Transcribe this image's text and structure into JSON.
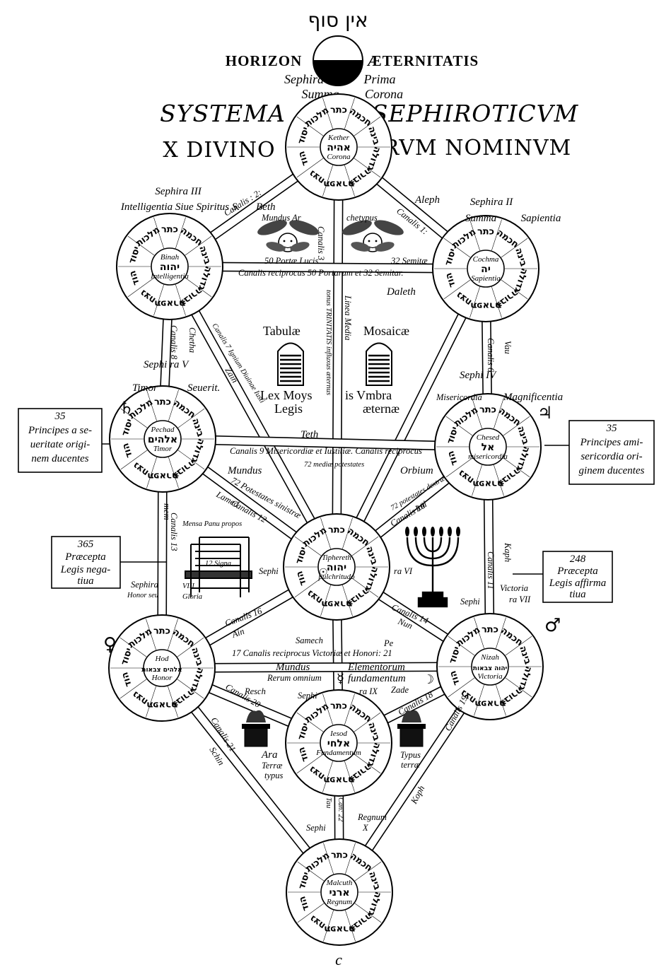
{
  "ain_soph": "אין סוף",
  "horizon": {
    "left": "HORIZON",
    "right": "ÆTERNITATIS"
  },
  "sephira_prima": {
    "l1": "Sephira",
    "r1": "Prima",
    "l2": "Summa",
    "r2": "Corona"
  },
  "system_title": {
    "w1": "SYSTEMA",
    "w2": "SEPHIROTICVM",
    "w3": "X DIVINO",
    "w4": "RVM NOMINVM"
  },
  "sephirot": [
    {
      "id": "kether",
      "latin": "Kether",
      "divine": "אהיה",
      "sub": "Corona"
    },
    {
      "id": "binah",
      "latin": "Binah",
      "divine": "יהוה",
      "sub": "Intelligentia"
    },
    {
      "id": "cochma",
      "latin": "Cochma",
      "divine": "יה",
      "sub": "Sapientia"
    },
    {
      "id": "pechad",
      "latin": "Pechad",
      "divine": "אלהים",
      "sub": "Timor"
    },
    {
      "id": "chesed",
      "latin": "Chesed",
      "divine": "אל",
      "sub": "misericordia"
    },
    {
      "id": "tiphereth",
      "latin": "Tiphereth",
      "divine": "יהוה",
      "sub": "pulchritudo"
    },
    {
      "id": "hod",
      "latin": "Hod",
      "divine": "אלהים צבאות",
      "sub": "Honor"
    },
    {
      "id": "nizah",
      "latin": "Nizah",
      "divine": "יהוה צבאות",
      "sub": "Victoria"
    },
    {
      "id": "iesod",
      "latin": "Iesod",
      "divine": "אלחי",
      "sub": "Fundamentum"
    },
    {
      "id": "malcuth",
      "latin": "Malcuth",
      "divine": "ארני",
      "sub": "Regnum"
    }
  ],
  "ring_words": [
    "כתר",
    "חכמה",
    "בינה",
    "גדולה",
    "גבורה",
    "תפארת",
    "נצח",
    "הוד",
    "יסוד",
    "מלכות"
  ],
  "labels": {
    "seph3_a": "Sephira III",
    "seph3_b": "Intelligentia Siue Spiritus S.",
    "beth": "Beth",
    "seph2_a": "Sephira II",
    "seph2_b": "Summa",
    "seph2_c": "Sapientia",
    "aleph": "Aleph",
    "canalis1": "Canalis 1:",
    "canalis2": "Canalis : 2:",
    "mundus_arch_a": "Mundus Ar",
    "mundus_arch_b": "chetypus",
    "porta_lucis": "50 Portæ Lucis",
    "semita": "32 Semitæ",
    "canalis3": "Canalis 3",
    "canalis_recip": "Canalis reciprocus 50 Portarum et 32 Semitar.",
    "daleth": "Daleth",
    "tabulae": "Tabulæ",
    "mosaicae": "Mosaicæ",
    "lex": "Lex Moys",
    "legis": "Legis",
    "is_umbra": "is Vmbra",
    "aeternae": "æternæ",
    "linea_media": "Linea Media",
    "tonus": "tonus TRINITATIS influxus æternus",
    "canalis8": "Canalis 8",
    "chetha": "Chetha",
    "sephi_v": "Sephi    ra V",
    "timor": "Timor",
    "seuerit": "Seuerit.",
    "canalis7": "Canalis 7 Ignium Diuinae Iusti",
    "zain": "Zain",
    "canalis6": "Canalis 6",
    "vau": "Vau",
    "seph4": "Sephi     IV",
    "misericordia": "Misericordia",
    "magnificentia": "Magnificentia",
    "teth": "Teth",
    "canalis9": "Canalis 9 Misericordiæ et Iustitiæ. Canalis reciprocus",
    "mundus": "Mundus",
    "orbium": "Orbium",
    "potestates": "72 Potestates sinistræ",
    "media_pot": "72 mediæ potestates",
    "dextrae": "72 potestates dextræ",
    "lamed": "Lamed",
    "canalis12": "Canalis 12",
    "iod": "Iod",
    "canalis10": "Canalis 10",
    "mensa": "Mensa Panu propos",
    "signa": "12 Signa",
    "canalis13": "Canalis 13",
    "mem": "mem",
    "sephi_t": "Sephi",
    "ra_vi": "ra VI",
    "canalis11": "Canalis 11",
    "kaph": "Kaph",
    "sephira_viii": "Sephira",
    "honor_seu": "Honor seu",
    "gloria": "Gloria",
    "viii": "VIII",
    "victoria_vii": "Victoria",
    "ra_vii": "ra VII",
    "sephi_vii": "Sephi",
    "canalis16": "Canalis 16",
    "ain": "Ain",
    "canalis14": "Canalis 14",
    "nun": "Nun",
    "samech": "Samech",
    "pe": "Pe",
    "canalis17": "17 Canalis reciprocus Victoriæ et Honori: 21",
    "mundus2": "Mundus",
    "rerum": "Rerum omnium",
    "elementorum": "Elementorum",
    "fundamentum": "fundamentum",
    "resch": "Resch",
    "canalis20": "Canalis 20",
    "sephi_ix": "Sephi",
    "ra_ix": "ra IX",
    "zade": "Zade",
    "canalis18": "Canalis 18",
    "ara": "Ara",
    "terrae": "Terræ",
    "typus": "typus",
    "typus2": "Typus",
    "terrae2": "terræ",
    "canalis21": "Canalis 21",
    "schin": "Schin",
    "canalis19": "Canalis 19",
    "koph": "Koph",
    "canalis22": "Can: 22",
    "tau": "Tau",
    "sephi_x": "Sephi",
    "regnum_x": "Regnum",
    "x_num": "X",
    "page_sig": "c"
  },
  "boxes": {
    "left_35": {
      "l1": "35",
      "l2": "Principes a se-",
      "l3": "ueritate origi-",
      "l4": "nem ducentes"
    },
    "right_35": {
      "l1": "35",
      "l2": "Principes ami-",
      "l3": "sericordia ori-",
      "l4": "ginem ducentes"
    },
    "left_365": {
      "l1": "365",
      "l2": "Præcepta",
      "l3": "Legis nega-",
      "l4": "tiua"
    },
    "right_248": {
      "l1": "248",
      "l2": "Præcepta",
      "l3": "Legis affirma",
      "l4": "tiua"
    }
  },
  "planets": {
    "saturn": "♄",
    "jupiter": "♃",
    "mars": "♂",
    "venus": "♀",
    "sun": "☉",
    "mercury": "☿",
    "moon": "☽"
  },
  "colors": {
    "ink": "#000000",
    "paper": "#ffffff"
  }
}
